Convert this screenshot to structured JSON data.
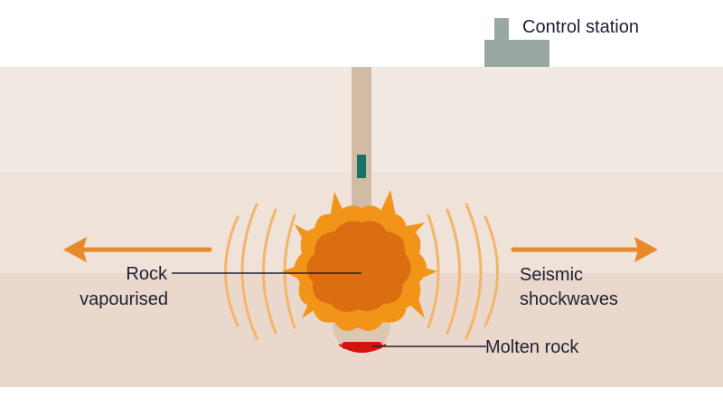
{
  "labels": {
    "control_station": "Control station",
    "rock_vapourised_line1": "Rock",
    "rock_vapourised_line2": "vapourised",
    "seismic_line1": "Seismic",
    "seismic_line2": "shockwaves",
    "molten_rock": "Molten rock"
  },
  "colors": {
    "background": "#ffffff",
    "ground_top_layer": "#f3e9e3",
    "ground_middle_layer": "#efe2d9",
    "ground_bottom_layer": "#ead8cc",
    "borehole_shaft": "#d1bba4",
    "device": "#157466",
    "station": "#9aa8a2",
    "explosion_outer": "#f29417",
    "explosion_inner": "#dc6e12",
    "shockwave": "#f2b66a",
    "arrow": "#e8892a",
    "cavity": "#dcc8b2",
    "molten_rock": "#d4120e",
    "leader_line": "#1f1f33"
  },
  "icons": {
    "station": "building-icon",
    "arrow_left": "arrow-left-icon",
    "arrow_right": "arrow-right-icon"
  }
}
